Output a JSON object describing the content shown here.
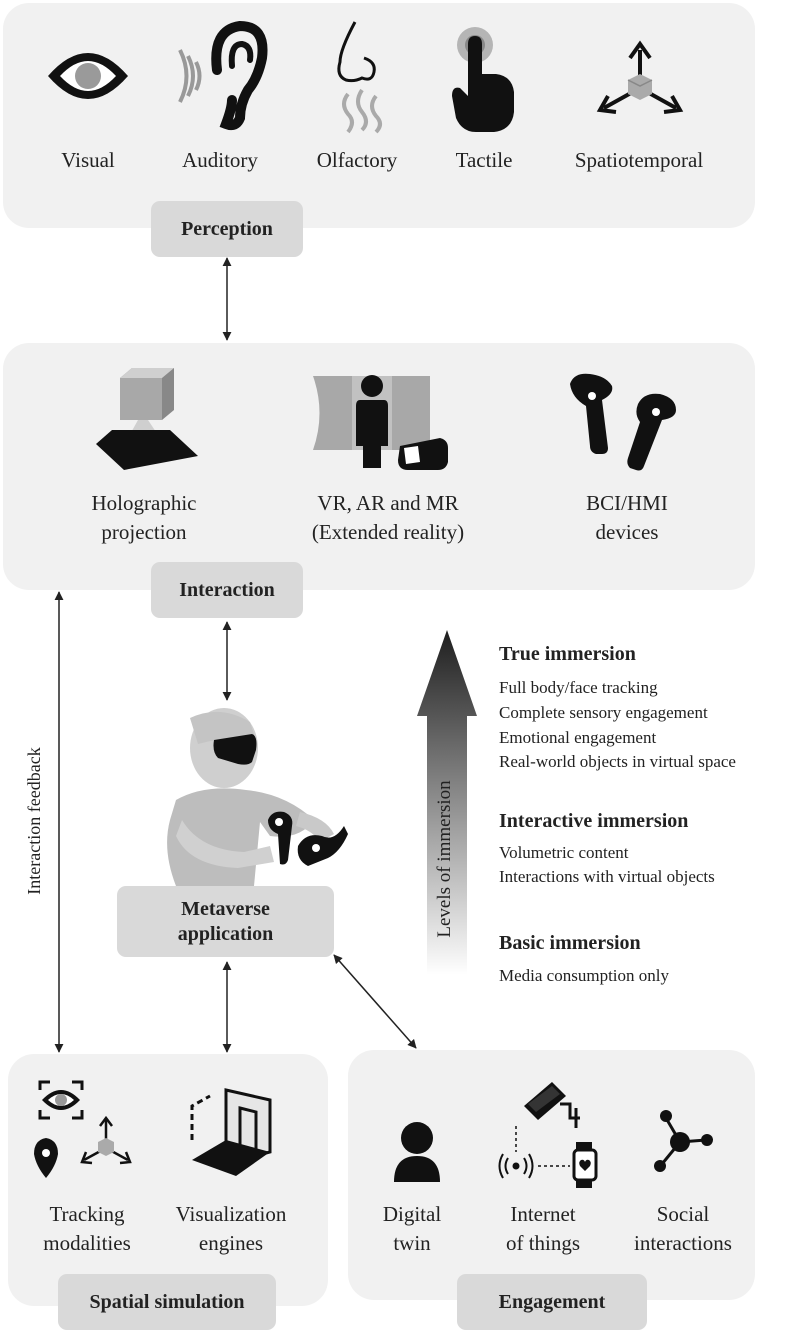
{
  "perception": {
    "tag": "Perception",
    "items": [
      {
        "label": "Visual",
        "icon": "eye-icon"
      },
      {
        "label": "Auditory",
        "icon": "ear-icon"
      },
      {
        "label": "Olfactory",
        "icon": "nose-icon"
      },
      {
        "label": "Tactile",
        "icon": "hand-pointer-icon"
      },
      {
        "label": "Spatiotemporal",
        "icon": "3d-axes-icon"
      }
    ]
  },
  "interaction": {
    "tag": "Interaction",
    "items": [
      {
        "line1": "Holographic",
        "line2": "projection",
        "icon": "hologram-icon"
      },
      {
        "line1": "VR, AR and MR",
        "line2": "(Extended reality)",
        "icon": "vr-person-icon"
      },
      {
        "line1": "BCI/HMI",
        "line2": "devices",
        "icon": "vr-controllers-icon"
      }
    ]
  },
  "metaverse": {
    "tag_line1": "Metaverse",
    "tag_line2": "application",
    "icon": "vr-user-icon"
  },
  "feedback_label": "Interaction feedback",
  "levels_label": "Levels of immersion",
  "immersion": [
    {
      "title": "True immersion",
      "items": [
        "Full body/face tracking",
        "Complete sensory engagement",
        "Emotional engagement",
        "Real-world objects in virtual space"
      ]
    },
    {
      "title": "Interactive immersion",
      "items": [
        "Volumetric content",
        "Interactions with virtual objects"
      ]
    },
    {
      "title": "Basic immersion",
      "items": [
        "Media consumption only"
      ]
    }
  ],
  "spatial": {
    "tag": "Spatial simulation",
    "items": [
      {
        "line1": "Tracking",
        "line2": "modalities",
        "icon": "tracking-icon"
      },
      {
        "line1": "Visualization",
        "line2": "engines",
        "icon": "3d-room-icon"
      }
    ]
  },
  "engagement": {
    "tag": "Engagement",
    "items": [
      {
        "line1": "Digital",
        "line2": "twin",
        "icon": "person-icon"
      },
      {
        "line1": "Internet",
        "line2": "of things",
        "icon": "iot-icon"
      },
      {
        "line1": "Social",
        "line2": "interactions",
        "icon": "network-icon"
      }
    ]
  }
}
